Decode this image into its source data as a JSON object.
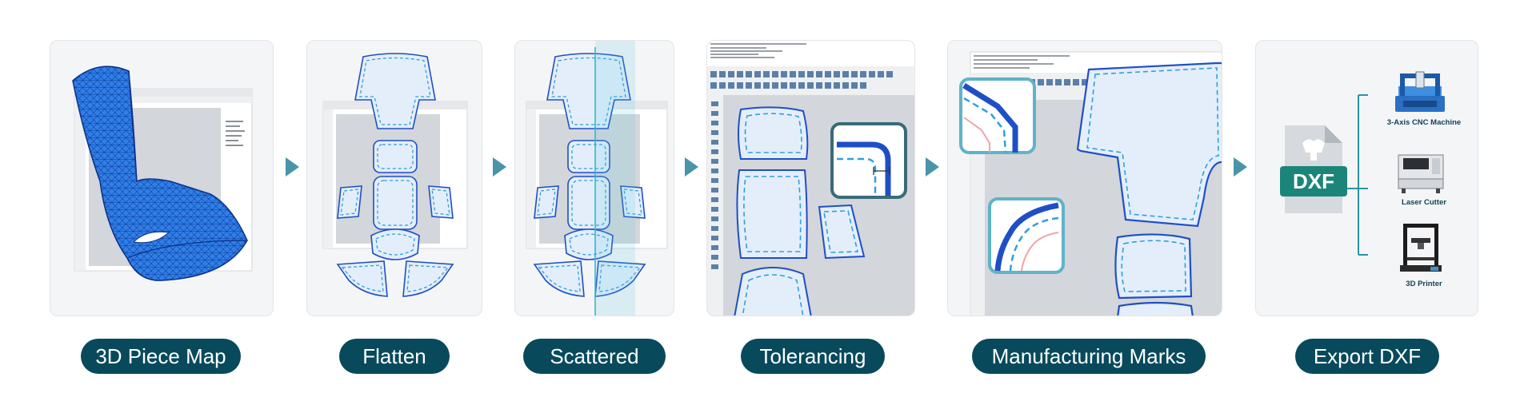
{
  "steps": [
    {
      "label": "3D Piece Map"
    },
    {
      "label": "Flatten"
    },
    {
      "label": "Scattered"
    },
    {
      "label": "Tolerancing"
    },
    {
      "label": "Manufacturing Marks"
    },
    {
      "label": "Export DXF"
    }
  ],
  "export": {
    "file_badge": "DXF",
    "machines": [
      {
        "label": "3-Axis CNC Machine",
        "icon": "cnc-machine-icon"
      },
      {
        "label": "Laser Cutter",
        "icon": "laser-cutter-icon"
      },
      {
        "label": "3D Printer",
        "icon": "3d-printer-icon"
      }
    ]
  },
  "colors": {
    "panel_bg": "#f4f5f6",
    "pill_bg": "#084a5c",
    "arrow": "#4a95a8",
    "piece_stroke": "#1f4fc6",
    "piece_fill": "#e4eefa",
    "seam_dash": "#2f9fe0",
    "mesh_blue": "#2f7fe6",
    "dxf_badge": "#1c857a",
    "zoom_frame": "#5fb3c9"
  }
}
